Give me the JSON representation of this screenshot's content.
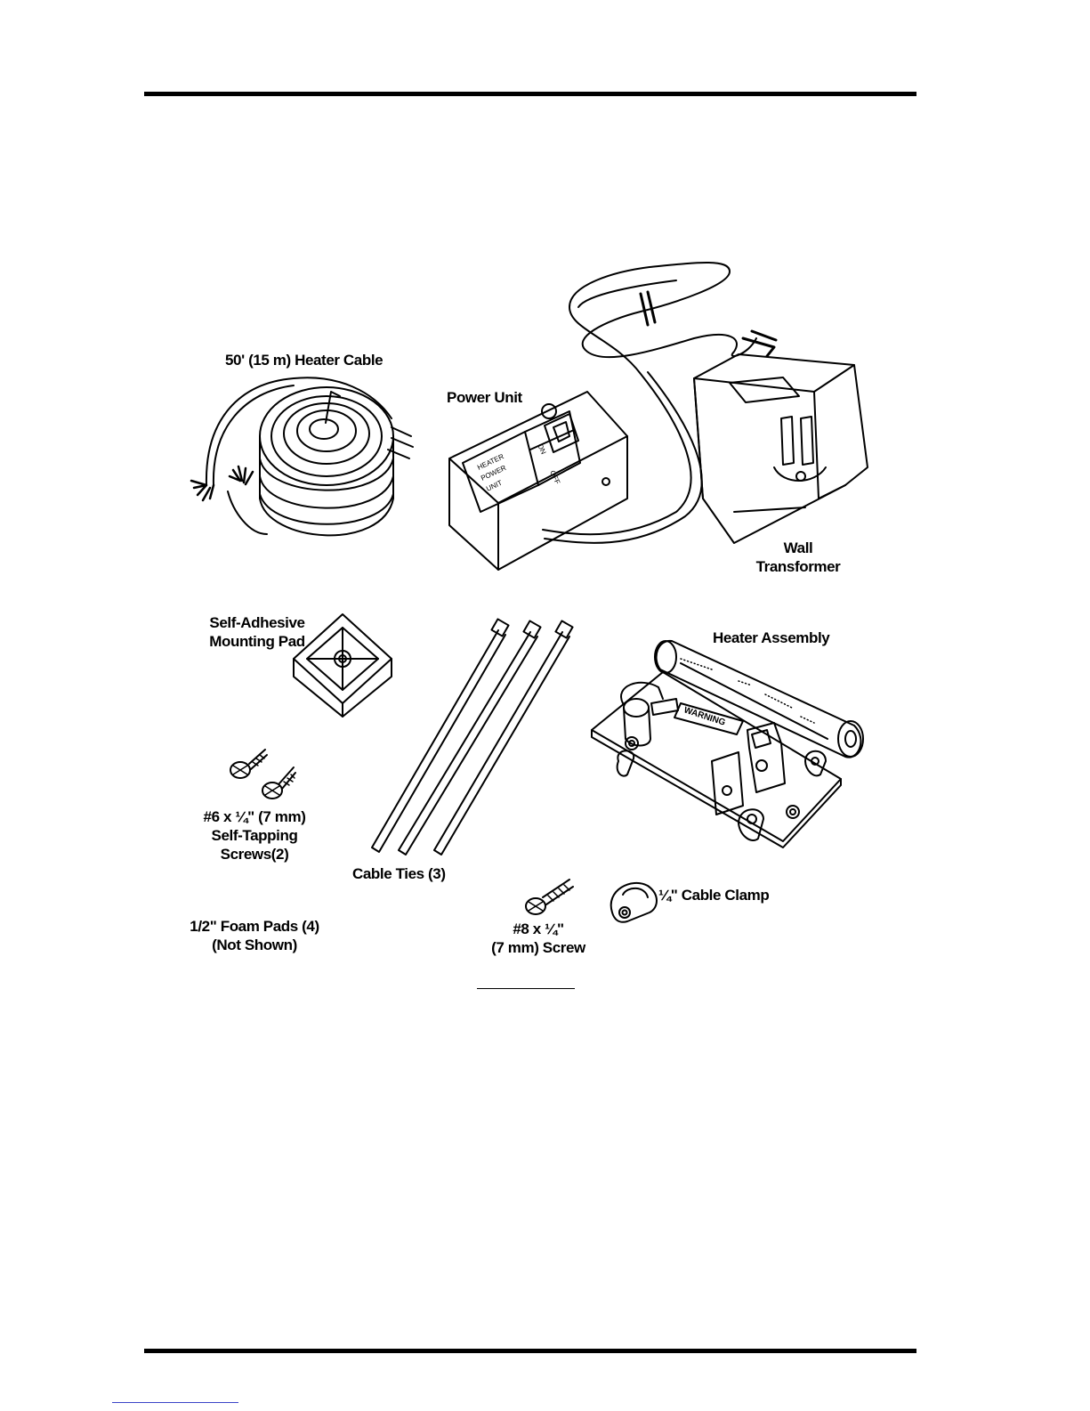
{
  "labels": {
    "heater_cable": "50' (15 m) Heater Cable",
    "power_unit": "Power Unit",
    "wall_transformer": [
      "Wall",
      "Transformer"
    ],
    "mounting_pad": [
      "Self-Adhesive",
      "Mounting Pad"
    ],
    "heater_assembly": "Heater Assembly",
    "screws": [
      "#6 x ¼\" (7 mm)",
      "Self-Tapping",
      "Screws(2)"
    ],
    "cable_ties": "Cable Ties (3)",
    "screw_8": [
      "#8 x ¼\"",
      "(7 mm) Screw"
    ],
    "cable_clamp": "¼\" Cable Clamp",
    "foam_pads": [
      "1/2\" Foam Pads (4)",
      "(Not Shown)"
    ]
  },
  "power_unit_face": {
    "panel_text": [
      "HEATER",
      "POWER",
      "UNIT"
    ],
    "on": "ON",
    "off": "OFF"
  },
  "heater_face": {
    "warning": "WARNING"
  }
}
